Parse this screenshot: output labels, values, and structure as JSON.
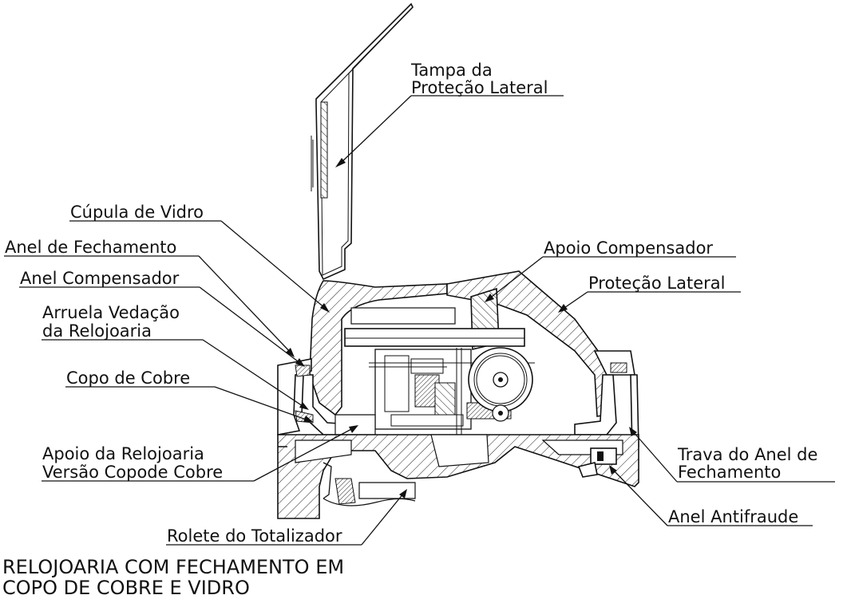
{
  "title": {
    "line1": "RELOJOARIA COM FECHAMENTO EM",
    "line2": "COPO DE COBRE E VIDRO"
  },
  "labels": {
    "tampa_line1": "Tampa da",
    "tampa_line2": "Proteção Lateral",
    "cupula": "Cúpula de Vidro",
    "anel_fechamento": "Anel de Fechamento",
    "anel_compensador": "Anel Compensador",
    "arruela_line1": "Arruela Vedação",
    "arruela_line2": "da Relojoaria",
    "copo_cobre": "Copo de Cobre",
    "apoio_relojoaria_line1": "Apoio da Relojoaria",
    "apoio_relojoaria_line2": "Versão Copode Cobre",
    "rolete": "Rolete do Totalizador",
    "apoio_compensador": "Apoio Compensador",
    "protecao_lateral": "Proteção Lateral",
    "trava_line1": "Trava do Anel de",
    "trava_line2": "Fechamento",
    "anel_antifraude": "Anel Antifraude"
  }
}
